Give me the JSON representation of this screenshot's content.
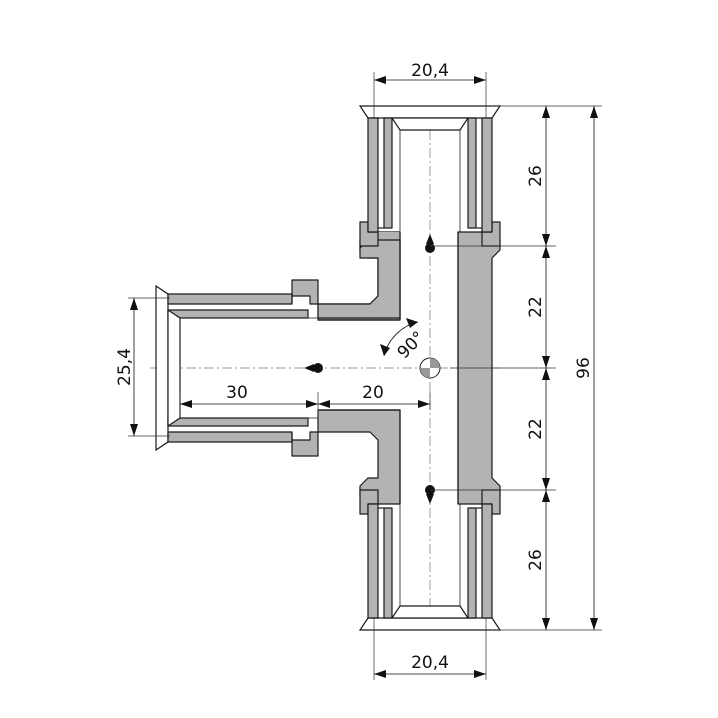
{
  "dimensions": {
    "top_width": "20,4",
    "bottom_width": "20,4",
    "side_height": "25,4",
    "branch_length_outer": "30",
    "branch_length_inner": "20",
    "upper_socket": "26",
    "upper_offset": "22",
    "lower_offset": "22",
    "lower_socket": "26",
    "overall_length": "96",
    "angle": "90°"
  },
  "colors": {
    "body": "#b3b3b3",
    "outline": "#1a1a1a",
    "centerline": "#777777"
  }
}
